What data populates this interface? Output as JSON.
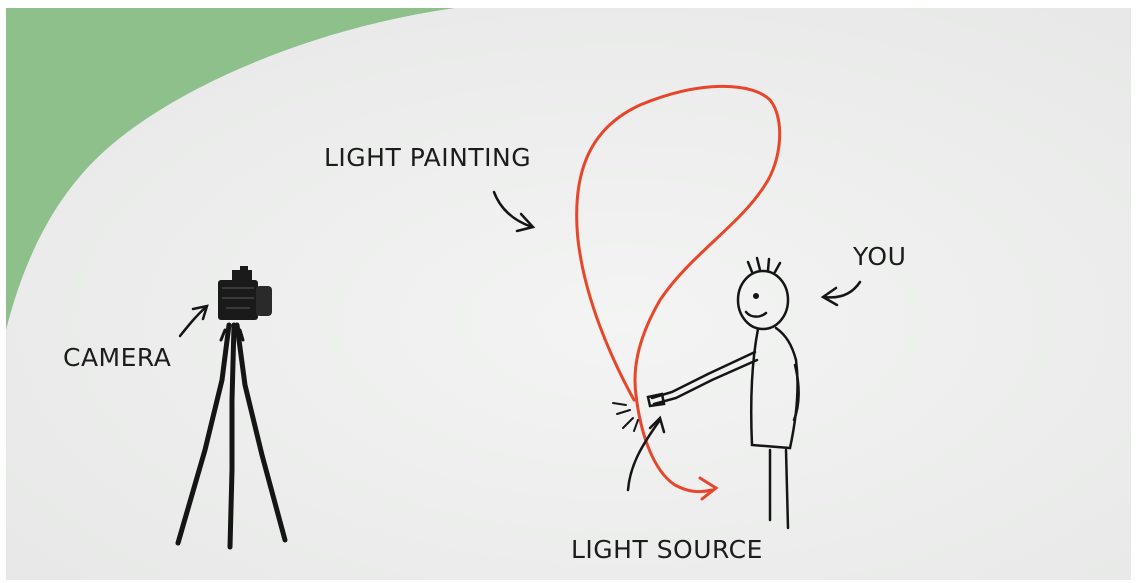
{
  "labels": {
    "light_painting": "LIGHT PAINTING",
    "you": "YOU",
    "camera": "CAMERA",
    "light_source": "LIGHT SOURCE"
  },
  "colors": {
    "background": "#eaebea",
    "green_corner": "#8dc08a",
    "ink": "#1c1c1c",
    "light_trail": "#e8462a"
  }
}
